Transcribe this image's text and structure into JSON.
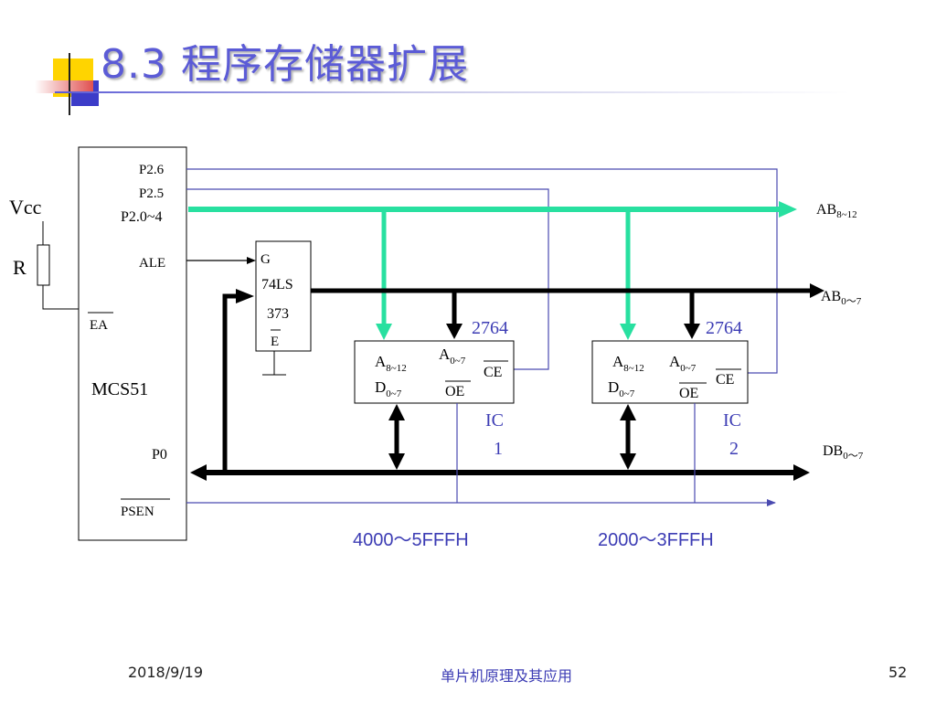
{
  "slide": {
    "title": "8.3 程序存储器扩展",
    "footer_date": "2018/9/19",
    "footer_center": "单片机原理及其应用",
    "page_number": "52"
  },
  "diagram": {
    "mcu": {
      "name": "MCS51",
      "pins": {
        "p26": "P2.6",
        "p25": "P2.5",
        "p20": "P2.0~4",
        "ale": "ALE",
        "ea": "EA",
        "p0": "P0",
        "psen": "PSEN"
      }
    },
    "vcc": "Vcc",
    "resistor": "R",
    "latch": {
      "g": "G",
      "part1": "74LS",
      "part2": "373",
      "e": "E"
    },
    "ic1": {
      "type": "2764",
      "a_high": "A",
      "a_high_sub": "8~12",
      "a_low": "A",
      "a_low_sub": "0~7",
      "ce": "CE",
      "d": "D",
      "d_sub": "0~7",
      "oe": "OE",
      "label1": "IC",
      "label2": "1",
      "range": "4000～5FFFH"
    },
    "ic2": {
      "type": "2764",
      "a_high": "A",
      "a_high_sub": "8~12",
      "a_low": "A",
      "a_low_sub": "0~7",
      "ce": "CE",
      "d": "D",
      "d_sub": "0~7",
      "oe": "OE",
      "label1": "IC",
      "label2": "2",
      "range": "2000～3FFFH"
    },
    "buses": {
      "ab_high": "AB",
      "ab_high_sub": "8~12",
      "ab_low": "AB",
      "ab_low_sub": "0～7",
      "db": "DB",
      "db_sub": "0～7"
    },
    "colors": {
      "wire_blue": "#4a4ab0",
      "bus_green": "#28e0a0",
      "bus_black": "#000000",
      "label_blue": "#3c3cb4",
      "title_blue": "#5b5bd6"
    }
  }
}
